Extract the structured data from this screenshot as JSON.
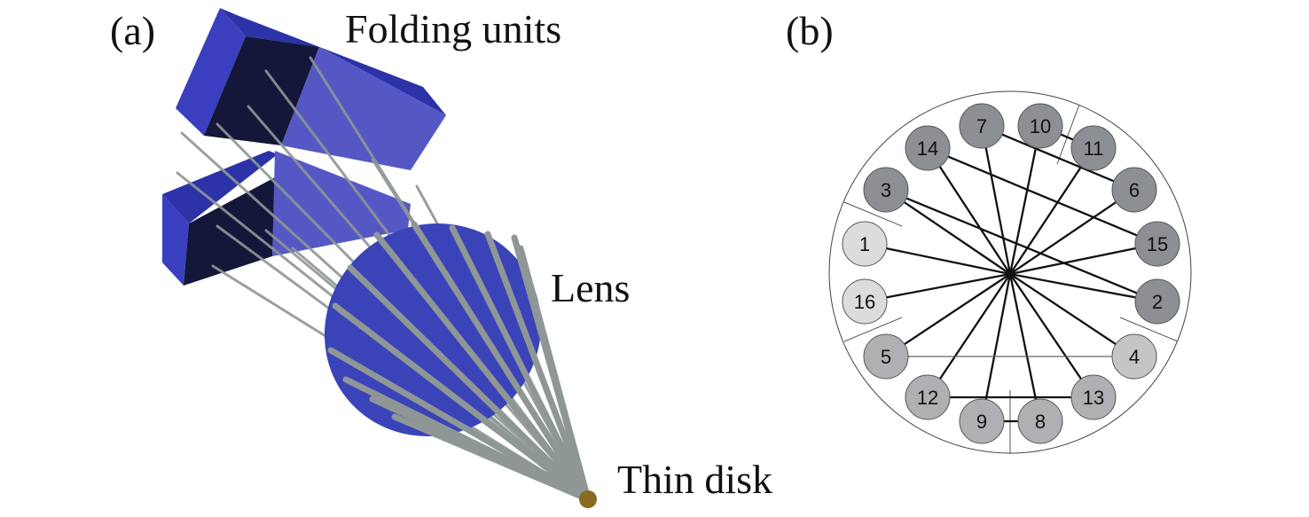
{
  "panel_a": {
    "tag": "(a)",
    "labels": {
      "folding_units": "Folding units",
      "lens": "Lens",
      "thin_disk": "Thin disk"
    },
    "colors": {
      "box_light": "#5558c4",
      "box_mid": "#3a3fbf",
      "box_dark": "#14163a",
      "lens": "#3a44b8",
      "rod": "#8f9696",
      "disk": "#8a6a1e"
    }
  },
  "panel_b": {
    "tag": "(b)",
    "nodes": [
      {
        "label": "1",
        "shade": "light"
      },
      {
        "label": "2",
        "shade": "dark"
      },
      {
        "label": "3",
        "shade": "dark"
      },
      {
        "label": "4",
        "shade": "pale"
      },
      {
        "label": "5",
        "shade": "medium"
      },
      {
        "label": "6",
        "shade": "dark"
      },
      {
        "label": "7",
        "shade": "dark"
      },
      {
        "label": "8",
        "shade": "medium"
      },
      {
        "label": "9",
        "shade": "medium"
      },
      {
        "label": "10",
        "shade": "dark"
      },
      {
        "label": "11",
        "shade": "dark"
      },
      {
        "label": "12",
        "shade": "medium"
      },
      {
        "label": "13",
        "shade": "medium"
      },
      {
        "label": "14",
        "shade": "dark"
      },
      {
        "label": "15",
        "shade": "dark"
      },
      {
        "label": "16",
        "shade": "light"
      }
    ],
    "links": [
      [
        "3",
        "2"
      ],
      [
        "14",
        "15"
      ],
      [
        "7",
        "6"
      ],
      [
        "10",
        "11"
      ],
      [
        "5",
        "4"
      ],
      [
        "12",
        "13"
      ],
      [
        "9",
        "8"
      ]
    ],
    "shade_colors": {
      "dark": "#8c8f93",
      "medium": "#aeb0b3",
      "pale": "#c4c5c7",
      "light": "#dcdcdc"
    }
  }
}
